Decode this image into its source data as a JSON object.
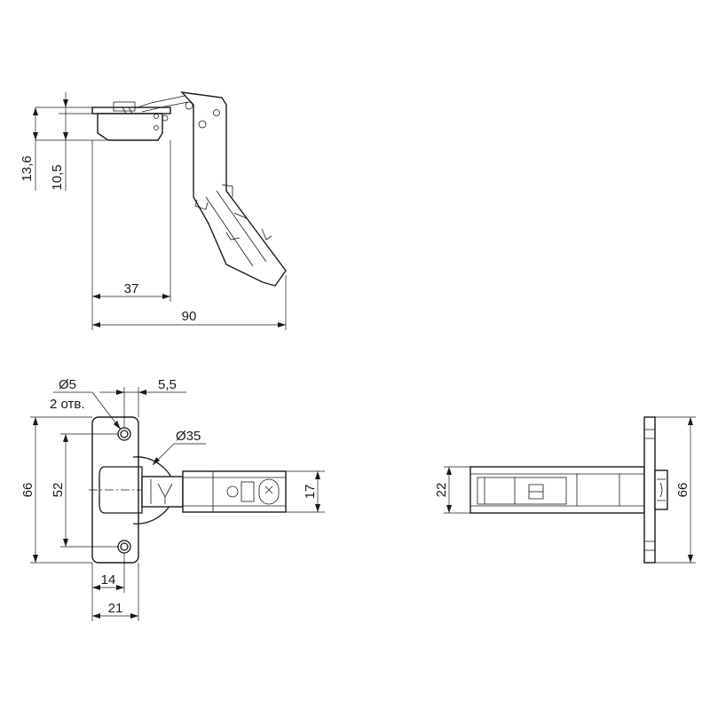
{
  "dimensions": {
    "height_13_6": "13,6",
    "height_10_5": "10,5",
    "width_37": "37",
    "width_90": "90",
    "hole_diameter": "Ø5",
    "hole_count": "2 отв.",
    "offset_5_5": "5,5",
    "cup_diameter": "Ø35",
    "plate_height_66": "66",
    "hole_spacing_52": "52",
    "arm_height_17": "17",
    "offset_14": "14",
    "offset_21": "21",
    "side_height_22": "22",
    "side_plate_66": "66"
  },
  "colors": {
    "line": "#1a1a1a",
    "background": "#ffffff"
  }
}
